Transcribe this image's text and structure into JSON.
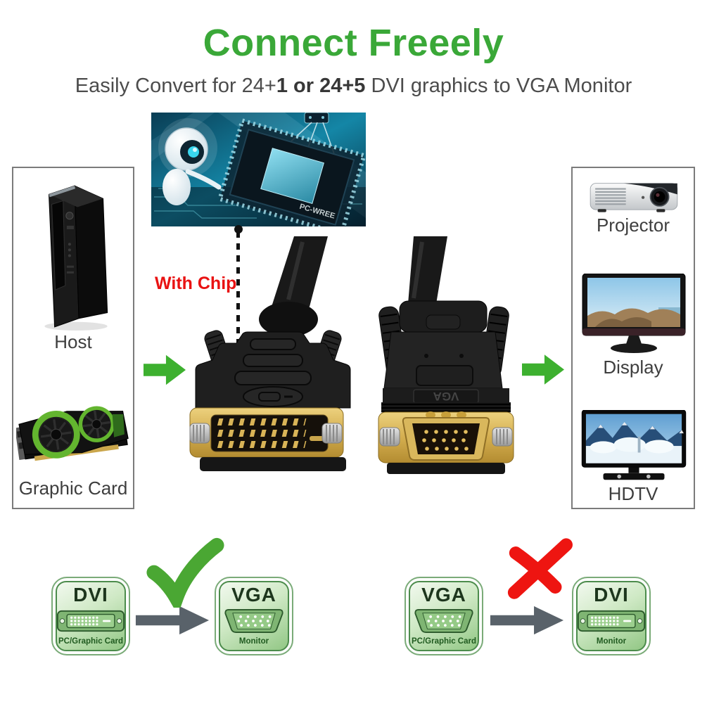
{
  "header": {
    "title": "Connect Freeely",
    "subtitle_prefix": "Easily Convert for 24+",
    "subtitle_bold": "1 or 24+5",
    "subtitle_suffix": " DVI graphics to VGA Monitor"
  },
  "chip_callout": {
    "label": "With Chip",
    "chip_marking": "PC-WREE"
  },
  "source_devices": {
    "items": [
      {
        "label": "Host"
      },
      {
        "label": "Graphic Card"
      }
    ]
  },
  "target_devices": {
    "items": [
      {
        "label": "Projector"
      },
      {
        "label": "Display"
      },
      {
        "label": "HDTV"
      }
    ]
  },
  "cable": {
    "vga_marking": "VGA"
  },
  "compat": {
    "groups": [
      {
        "verdict": "correct",
        "from": {
          "title": "DVI",
          "subtitle": "PC/Graphic Card"
        },
        "to": {
          "title": "VGA",
          "subtitle": "Monitor"
        }
      },
      {
        "verdict": "wrong",
        "from": {
          "title": "VGA",
          "subtitle": "PC/Graphic Card"
        },
        "to": {
          "title": "DVI",
          "subtitle": "Monitor"
        }
      }
    ]
  },
  "icons": {
    "correct": "green-checkmark-icon",
    "wrong": "red-cross-icon",
    "flow_arrow": "gray-right-arrow-icon",
    "connect_arrow": "green-right-arrow-icon"
  },
  "colors": {
    "title_green": "#3aa838",
    "with_chip_red": "#e91212",
    "connect_arrow_green": "#3db02f",
    "check_green": "#4aa733",
    "cross_red": "#ee1511",
    "flow_arrow_gray": "#59626a",
    "badge_green_border": "#4c8c4c",
    "connector_gold": "#d4ae4f"
  }
}
